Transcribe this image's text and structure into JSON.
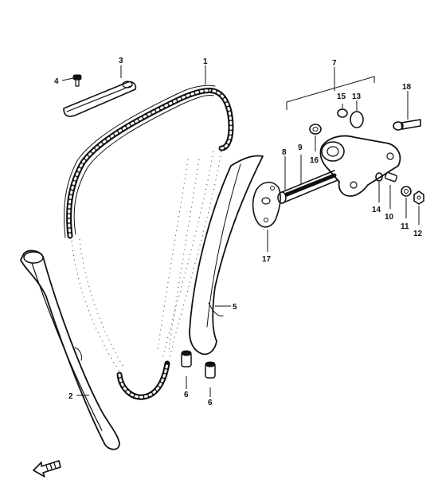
{
  "parts": [
    {
      "id": "p1",
      "label": "1"
    },
    {
      "id": "p2",
      "label": "2"
    },
    {
      "id": "p3",
      "label": "3"
    },
    {
      "id": "p4",
      "label": "4"
    },
    {
      "id": "p5",
      "label": "5"
    },
    {
      "id": "p6a",
      "label": "6"
    },
    {
      "id": "p6b",
      "label": "6"
    },
    {
      "id": "p7",
      "label": "7"
    },
    {
      "id": "p8",
      "label": "8"
    },
    {
      "id": "p9",
      "label": "9"
    },
    {
      "id": "p10",
      "label": "10"
    },
    {
      "id": "p11",
      "label": "11"
    },
    {
      "id": "p12",
      "label": "12"
    },
    {
      "id": "p13",
      "label": "13"
    },
    {
      "id": "p14",
      "label": "14"
    },
    {
      "id": "p15",
      "label": "15"
    },
    {
      "id": "p16",
      "label": "16"
    },
    {
      "id": "p17",
      "label": "17"
    },
    {
      "id": "p18",
      "label": "18"
    }
  ],
  "colors": {
    "ink": "#111111",
    "background": "#ffffff"
  },
  "icons": {
    "direction": "front-direction-arrow-icon"
  }
}
